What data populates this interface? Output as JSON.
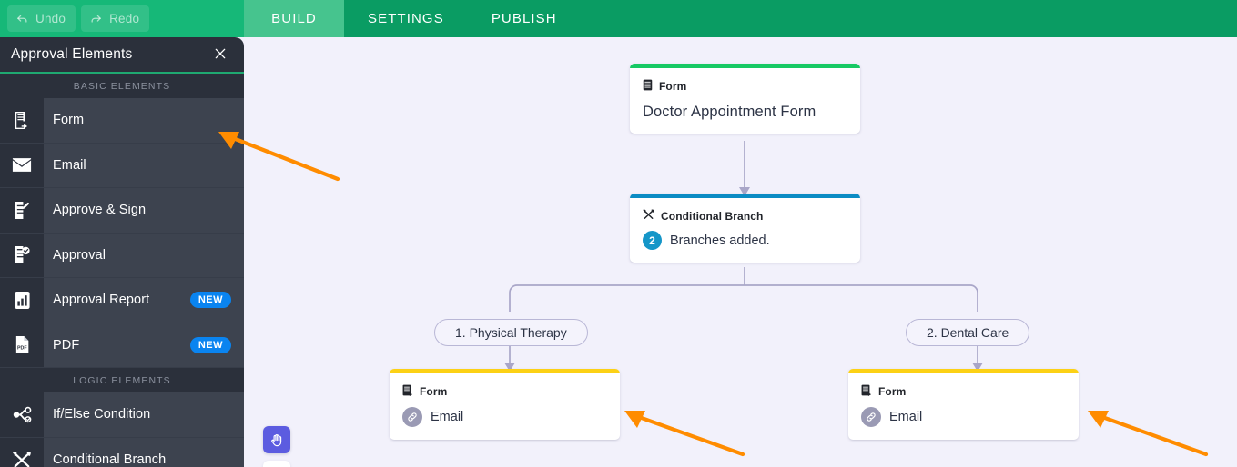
{
  "topbar": {
    "undo_label": "Undo",
    "redo_label": "Redo",
    "tabs": [
      {
        "label": "BUILD",
        "active": true
      },
      {
        "label": "SETTINGS",
        "active": false
      },
      {
        "label": "PUBLISH",
        "active": false
      }
    ],
    "brand_color": "#0a9c63",
    "active_tab_color": "#46c48e"
  },
  "sidebar": {
    "title": "Approval Elements",
    "close_icon": "close-icon",
    "sections": [
      {
        "heading": "BASIC ELEMENTS",
        "items": [
          {
            "label": "Form",
            "icon": "form-icon",
            "badge": ""
          },
          {
            "label": "Email",
            "icon": "envelope-icon",
            "badge": ""
          },
          {
            "label": "Approve & Sign",
            "icon": "approve-sign-icon",
            "badge": ""
          },
          {
            "label": "Approval",
            "icon": "approval-check-icon",
            "badge": ""
          },
          {
            "label": "Approval Report",
            "icon": "bar-chart-icon",
            "badge": "NEW"
          },
          {
            "label": "PDF",
            "icon": "pdf-icon",
            "badge": "NEW"
          }
        ]
      },
      {
        "heading": "LOGIC ELEMENTS",
        "items": [
          {
            "label": "If/Else Condition",
            "icon": "if-else-icon",
            "badge": ""
          },
          {
            "label": "Conditional Branch",
            "icon": "conditional-branch-icon",
            "badge": ""
          }
        ]
      }
    ],
    "badge_color": "#0a84f0",
    "background": "#2b303b"
  },
  "canvas": {
    "background": "#f2f1fb",
    "pan_tool_icon": "hand-icon",
    "nodes": [
      {
        "id": "form-node",
        "kind": "Form",
        "kind_icon": "form-icon",
        "title": "Doctor Appointment Form",
        "accent": "#17c964"
      },
      {
        "id": "conditional-branch-node",
        "kind": "Conditional Branch",
        "kind_icon": "conditional-branch-icon",
        "count": "2",
        "count_text": "Branches added.",
        "accent": "#0b8cc4"
      },
      {
        "id": "branch-1-form-node",
        "kind": "Form",
        "kind_icon": "form-icon",
        "row_label": "Email",
        "row_icon": "link-icon",
        "accent": "#fcd116"
      },
      {
        "id": "branch-2-form-node",
        "kind": "Form",
        "kind_icon": "form-icon",
        "row_label": "Email",
        "row_icon": "link-icon",
        "accent": "#fcd116"
      }
    ],
    "branch_pills": [
      {
        "label": "1. Physical Therapy"
      },
      {
        "label": "2. Dental Care"
      }
    ]
  },
  "annotations": {
    "arrow_color": "#ff8c00",
    "arrows": [
      {
        "name": "arrow-to-sidebar-form"
      },
      {
        "name": "arrow-to-branch-1-node"
      },
      {
        "name": "arrow-to-branch-2-node"
      }
    ]
  }
}
